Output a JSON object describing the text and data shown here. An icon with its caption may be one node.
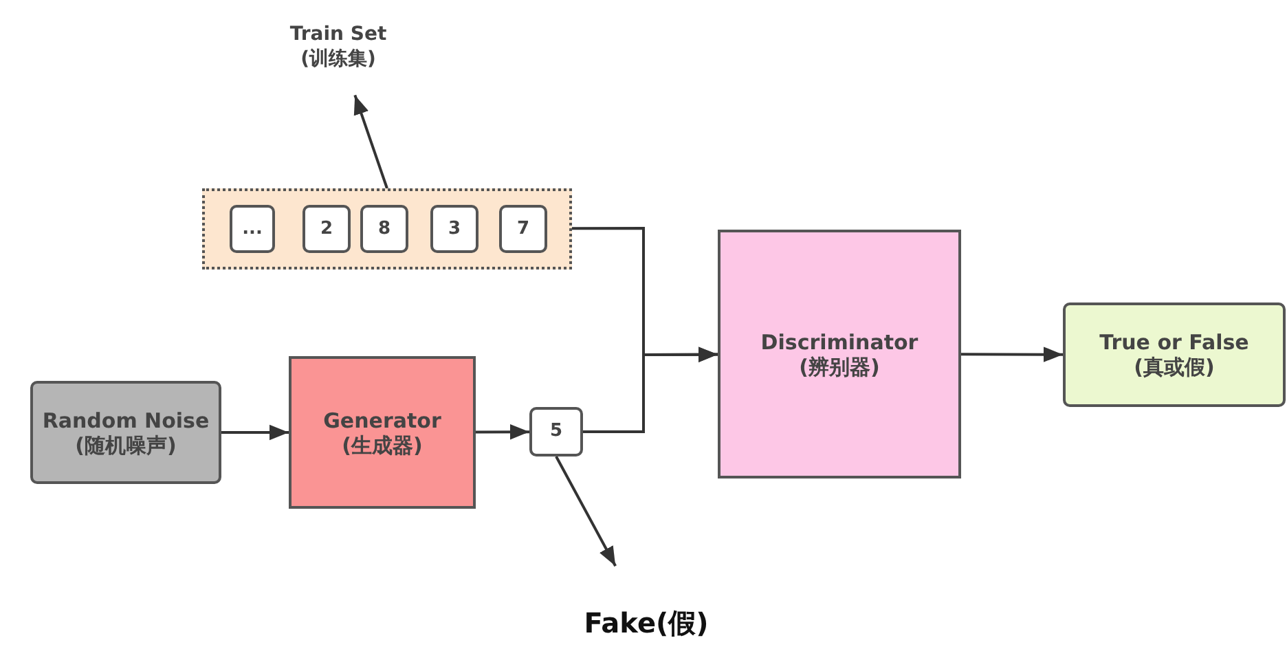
{
  "diagram": {
    "nodes": [
      {
        "text": [
          "Train Set",
          "(训练集)"
        ]
      },
      {
        "text": [],
        "shape": "box"
      },
      {
        "text": [
          "..."
        ],
        "in": 1
      },
      {
        "text": [
          "2"
        ],
        "in": 1
      },
      {
        "text": [
          "8"
        ],
        "in": 1
      },
      {
        "text": [
          "3"
        ],
        "in": 1
      },
      {
        "text": [
          "7"
        ],
        "in": 1
      },
      {
        "text": [
          "Random Noise",
          "(随机噪声)"
        ]
      },
      {
        "text": [
          "Generator",
          "(生成器)"
        ]
      },
      {
        "text": [
          "5"
        ]
      },
      {
        "text": [
          "Discriminator",
          "(辨别器)"
        ]
      },
      {
        "text": [
          "True or False",
          "(真或假)"
        ]
      },
      {
        "text": [
          "Fake(假)"
        ]
      }
    ],
    "edges": [
      {
        "from": 1,
        "to": 0,
        "arrow": "to"
      },
      {
        "from": 7,
        "to": 8,
        "arrow": "to"
      },
      {
        "from": 8,
        "to": 9,
        "arrow": "to"
      },
      {
        "from": 9,
        "to": 12,
        "arrow": "to"
      },
      {
        "from": 1,
        "to": 10,
        "arrow": "to"
      },
      {
        "from": 9,
        "to": 10,
        "arrow": "to"
      },
      {
        "from": 10,
        "to": 11,
        "arrow": "to"
      }
    ]
  }
}
